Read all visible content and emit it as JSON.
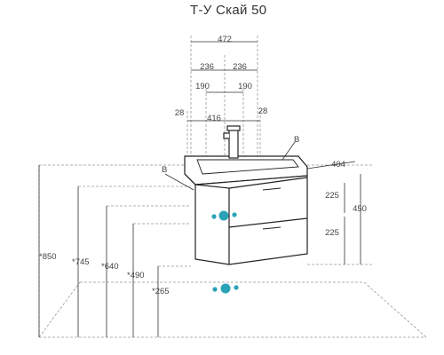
{
  "title": "Т-У Скай 50",
  "dimensions": {
    "overall_width": "472",
    "half_left": "236",
    "half_right": "236",
    "offset_left": "190",
    "offset_right": "190",
    "side_left": "28",
    "inner_width": "416",
    "side_right": "28",
    "depth": "404",
    "drawer_upper": "225",
    "drawer_lower": "225",
    "cabinet_height": "450",
    "height_850": "*850",
    "height_745": "*745",
    "height_640": "*640",
    "height_490": "*490",
    "height_265": "*265"
  },
  "callouts": {
    "b_left": "B",
    "b_right": "B"
  },
  "colors": {
    "line": "#222222",
    "dash": "#888888",
    "marker": "#2aa3b8"
  }
}
